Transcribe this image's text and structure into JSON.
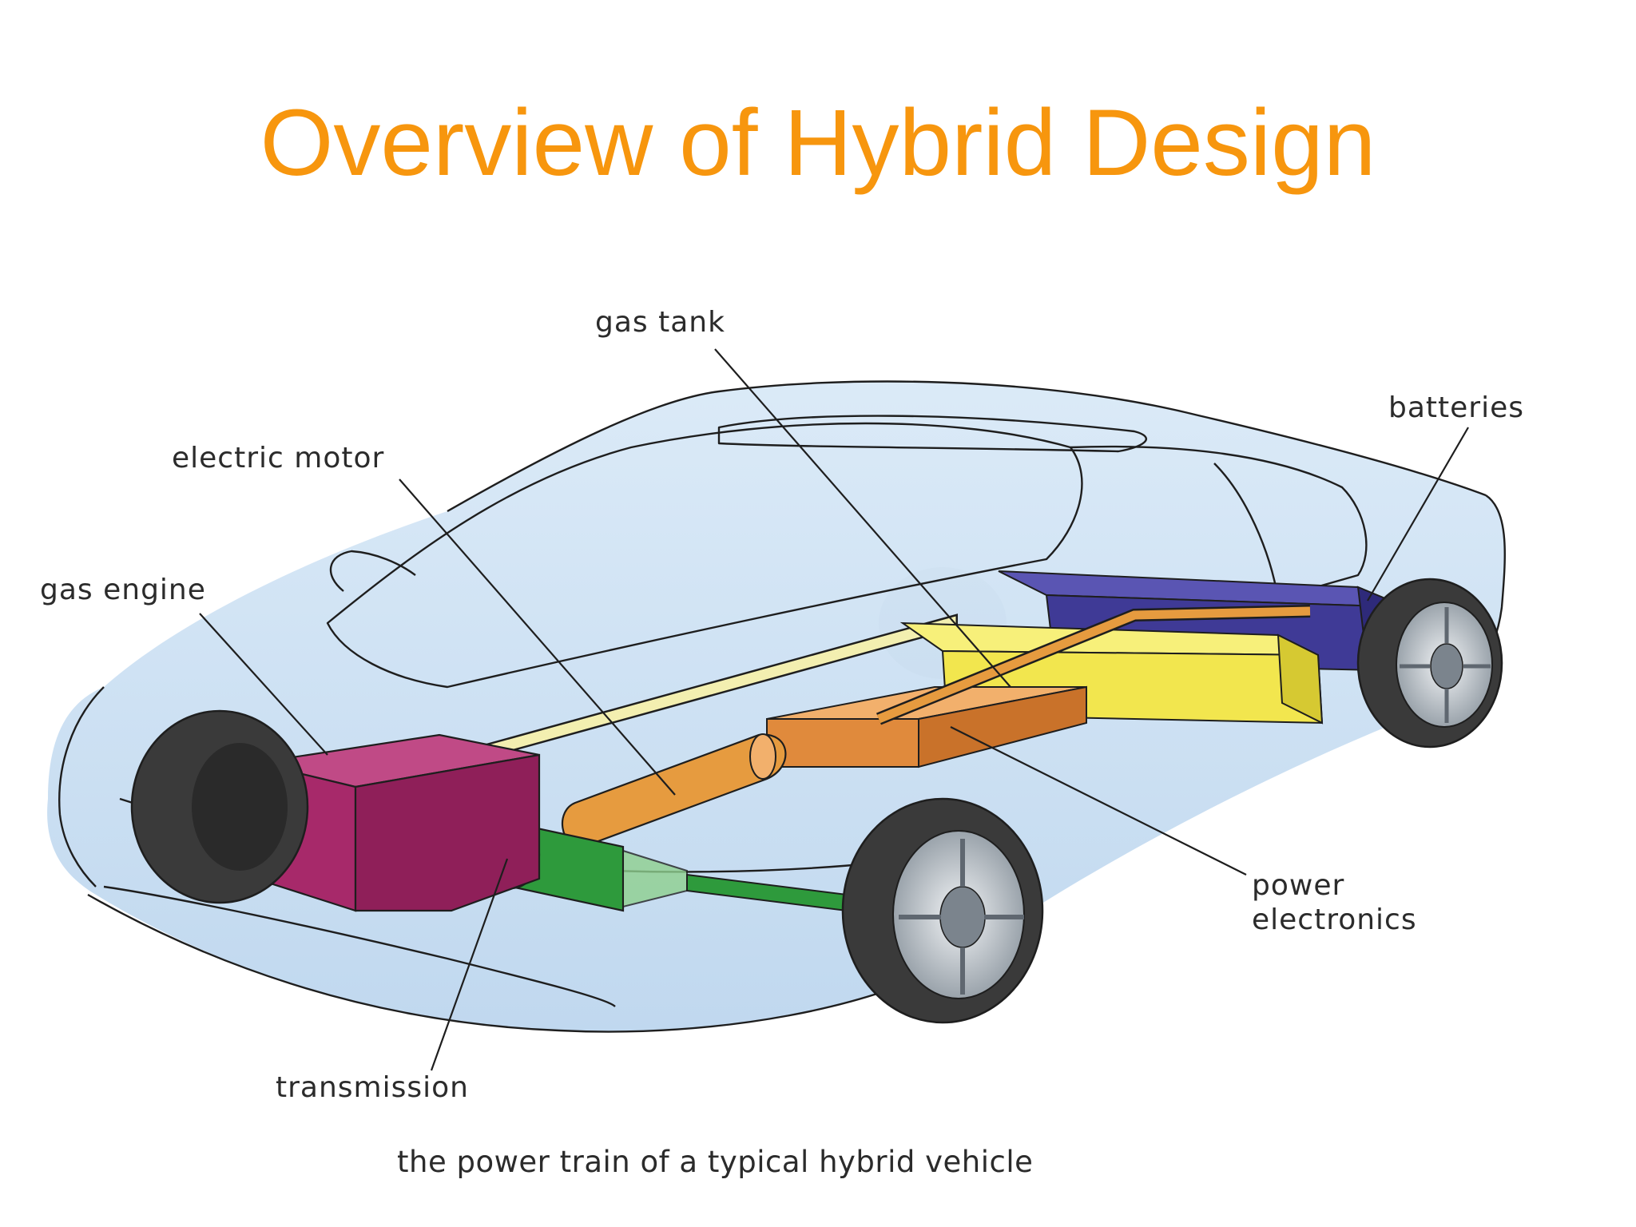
{
  "slide": {
    "title": "Overview of Hybrid Design",
    "title_color": "#f7960e"
  },
  "diagram": {
    "labels": {
      "gas_tank": "gas tank",
      "batteries": "batteries",
      "electric_motor": "electric motor",
      "gas_engine": "gas engine",
      "power": "power",
      "electronics": "electronics",
      "transmission": "transmission"
    },
    "caption": "the power train of a typical hybrid vehicle",
    "colors": {
      "body": "#c7def2",
      "gas_engine": "#a7296a",
      "electric_motor": "#e69b3f",
      "transmission": "#2e9a3c",
      "power_electronics": "#e08a3c",
      "gas_tank": "#f2e64e",
      "batteries": "#3f3a96",
      "fuel_line": "#f3efb0",
      "tire": "#3a3a3a",
      "rim": "#cfd4da"
    }
  }
}
